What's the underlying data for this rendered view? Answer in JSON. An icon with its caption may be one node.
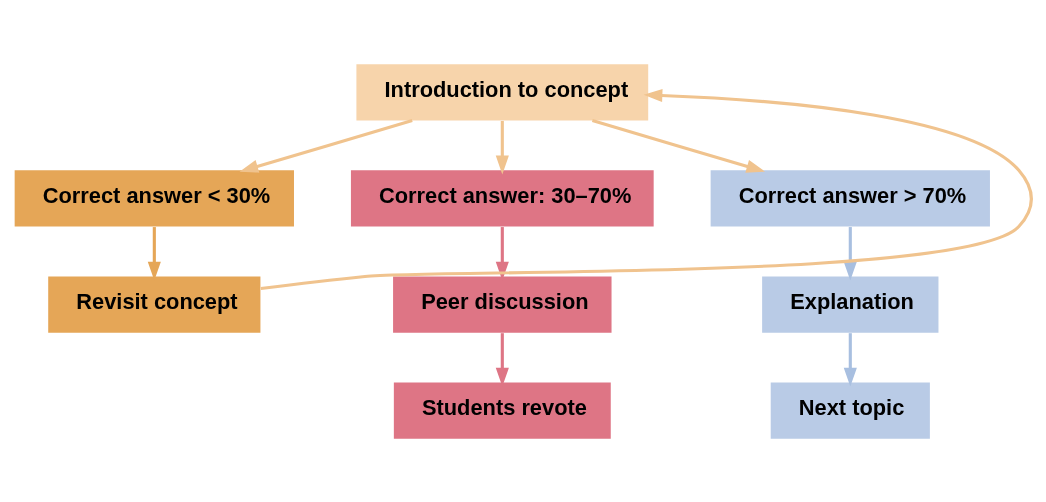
{
  "diagram": {
    "nodes": [
      {
        "text": [
          "Introduction to concept"
        ]
      },
      {
        "text": [
          "Correct answer < 30%"
        ]
      },
      {
        "text": [
          "Correct answer: 30–70%"
        ]
      },
      {
        "text": [
          "Correct answer > 70%"
        ]
      },
      {
        "text": [
          "Revisit concept"
        ]
      },
      {
        "text": [
          "Peer discussion"
        ]
      },
      {
        "text": [
          "Students revote"
        ]
      },
      {
        "text": [
          "Explanation"
        ]
      },
      {
        "text": [
          "Next topic"
        ]
      }
    ],
    "edges": [
      {
        "from": 0,
        "to": 1,
        "arrow": "to"
      },
      {
        "from": 0,
        "to": 2,
        "arrow": "to"
      },
      {
        "from": 0,
        "to": 3,
        "arrow": "to"
      },
      {
        "from": 1,
        "to": 4,
        "arrow": "to",
        "color": "#e5a657"
      },
      {
        "from": 4,
        "to": 0,
        "arrow": "to"
      },
      {
        "from": 2,
        "to": 5,
        "arrow": "to",
        "color": "#de7585"
      },
      {
        "from": 5,
        "to": 6,
        "arrow": "to",
        "color": "#de7585"
      },
      {
        "from": 3,
        "to": 7,
        "arrow": "to",
        "color": "#a8bfe0"
      },
      {
        "from": 7,
        "to": 8,
        "arrow": "to",
        "color": "#a8bfe0"
      }
    ]
  }
}
